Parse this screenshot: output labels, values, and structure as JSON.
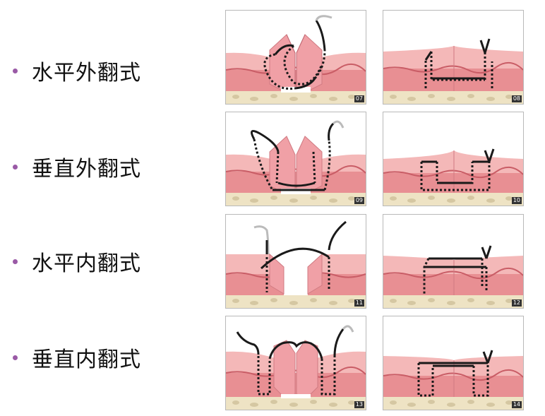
{
  "labels": [
    {
      "text": "水平外翻式"
    },
    {
      "text": "垂直外翻式"
    },
    {
      "text": "水平内翻式"
    },
    {
      "text": "垂直内翻式"
    }
  ],
  "panels": [
    {
      "number": "07"
    },
    {
      "number": "08"
    },
    {
      "number": "09"
    },
    {
      "number": "10"
    },
    {
      "number": "11"
    },
    {
      "number": "12"
    },
    {
      "number": "13"
    },
    {
      "number": "14"
    }
  ],
  "colors": {
    "bullet": "#9a5aa6",
    "skin_top": "#f4b8b8",
    "dermis": "#e88f93",
    "dermis_line": "#c95d66",
    "fat": "#eee3c4",
    "suture": "#1a1a1a"
  }
}
